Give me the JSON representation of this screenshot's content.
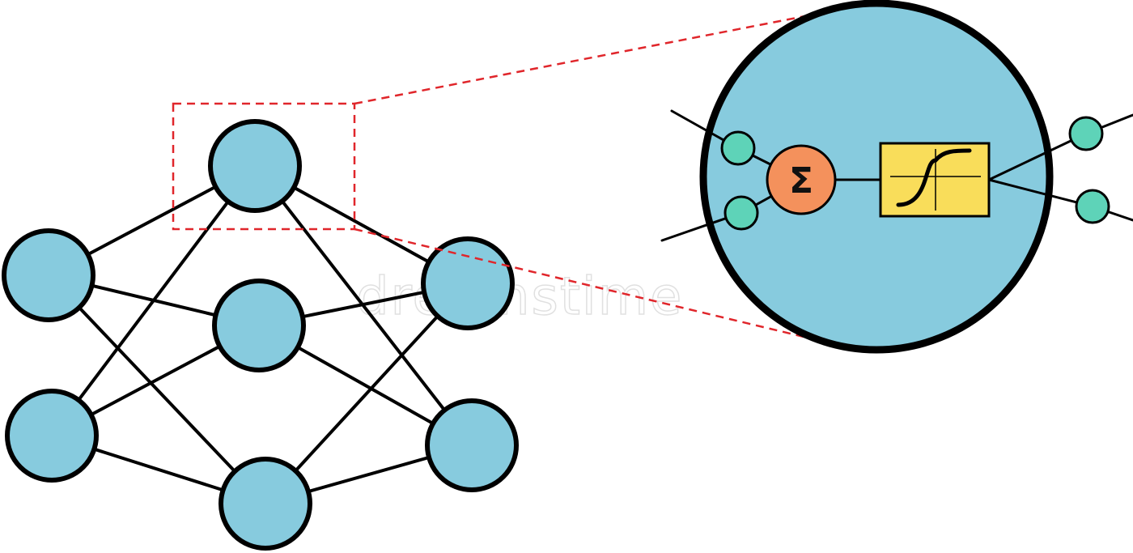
{
  "diagram": {
    "watermark": "dreamstime",
    "sum_symbol": "Σ",
    "colors": {
      "neuron_fill": "#87CBDE",
      "stroke": "#000000",
      "callout_dash": "#E0262B",
      "synapse_fill": "#5ED3B8",
      "sum_fill": "#F4915C",
      "activation_fill": "#F9DD5A"
    },
    "network": {
      "layers": [
        {
          "id": "input",
          "nodes": 2
        },
        {
          "id": "hidden",
          "nodes": 3
        },
        {
          "id": "output",
          "nodes": 2
        }
      ],
      "fully_connected": true,
      "highlighted_node": "hidden-1"
    },
    "neuron_detail": {
      "input_synapses": 2,
      "output_synapses": 2,
      "summation_icon": "sigma",
      "activation_icon": "sigmoid-curve"
    }
  }
}
